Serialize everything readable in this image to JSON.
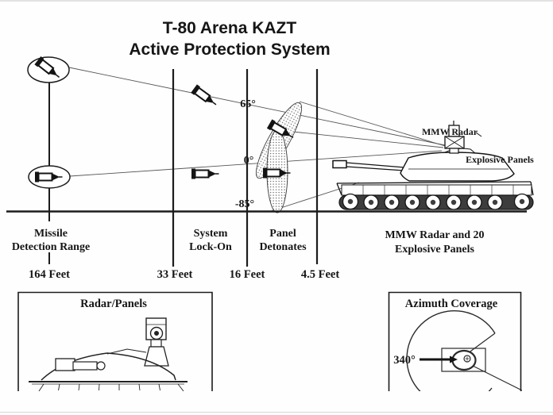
{
  "title": {
    "line1": "T-80 Arena KAZT",
    "line2": "Active Protection System"
  },
  "angles": {
    "high": "65°",
    "level": "0°",
    "low": "-85°"
  },
  "tank": {
    "radar_label": "MMW Radar",
    "panels_label": "Explosive Panels"
  },
  "scale": {
    "detection": {
      "label1": "Missile",
      "label2": "Detection Range",
      "distance": "164 Feet"
    },
    "lock_on": {
      "label1": "System",
      "label2": "Lock-On",
      "distance": "33 Feet"
    },
    "detonate": {
      "label1": "Panel",
      "label2": "Detonates",
      "distance": "16 Feet"
    },
    "panels": {
      "distance": "4.5 Feet",
      "label1": "MMW Radar and 20",
      "label2": "Explosive Panels"
    }
  },
  "insets": {
    "radar_panels": {
      "title": "Radar/Panels"
    },
    "azimuth": {
      "title": "Azimuth Coverage",
      "coverage": "340°"
    }
  },
  "colors": {
    "ink": "#1a1a1a"
  }
}
